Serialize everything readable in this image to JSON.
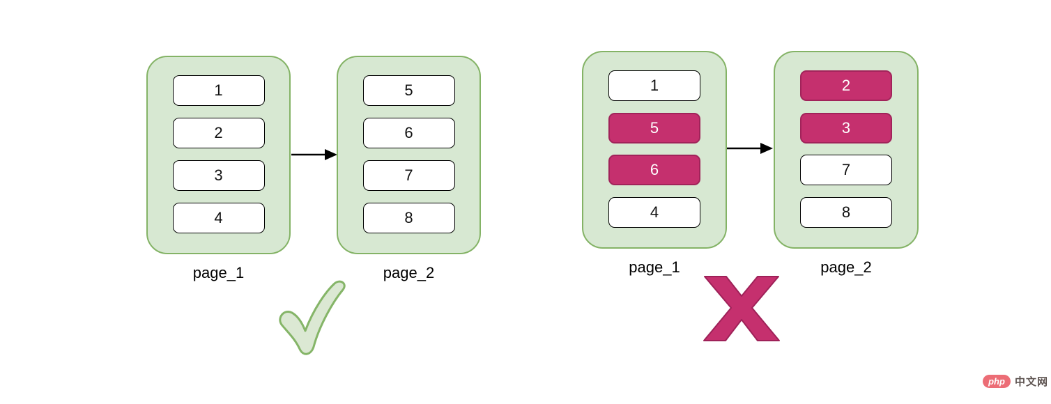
{
  "groups": [
    {
      "name": "correct-example",
      "verdict": "check",
      "pages": [
        {
          "label": "page_1",
          "items": [
            {
              "value": "1",
              "highlight": false
            },
            {
              "value": "2",
              "highlight": false
            },
            {
              "value": "3",
              "highlight": false
            },
            {
              "value": "4",
              "highlight": false
            }
          ]
        },
        {
          "label": "page_2",
          "items": [
            {
              "value": "5",
              "highlight": false
            },
            {
              "value": "6",
              "highlight": false
            },
            {
              "value": "7",
              "highlight": false
            },
            {
              "value": "8",
              "highlight": false
            }
          ]
        }
      ]
    },
    {
      "name": "incorrect-example",
      "verdict": "cross",
      "pages": [
        {
          "label": "page_1",
          "items": [
            {
              "value": "1",
              "highlight": false
            },
            {
              "value": "5",
              "highlight": true
            },
            {
              "value": "6",
              "highlight": true
            },
            {
              "value": "4",
              "highlight": false
            }
          ]
        },
        {
          "label": "page_2",
          "items": [
            {
              "value": "2",
              "highlight": true
            },
            {
              "value": "3",
              "highlight": true
            },
            {
              "value": "7",
              "highlight": false
            },
            {
              "value": "8",
              "highlight": false
            }
          ]
        }
      ]
    }
  ],
  "colors": {
    "container_fill": "#d7e8d2",
    "container_border": "#84b366",
    "box_fill": "#ffffff",
    "box_border": "#000000",
    "highlight_fill": "#c5306e",
    "highlight_border": "#a1235a",
    "check_fill": "#dbe8d3",
    "check_stroke": "#85b568",
    "cross_fill": "#c5306e",
    "cross_stroke": "#9e2158",
    "arrow_color": "#000000"
  },
  "watermark": {
    "brand": "php",
    "text": "中文网"
  }
}
